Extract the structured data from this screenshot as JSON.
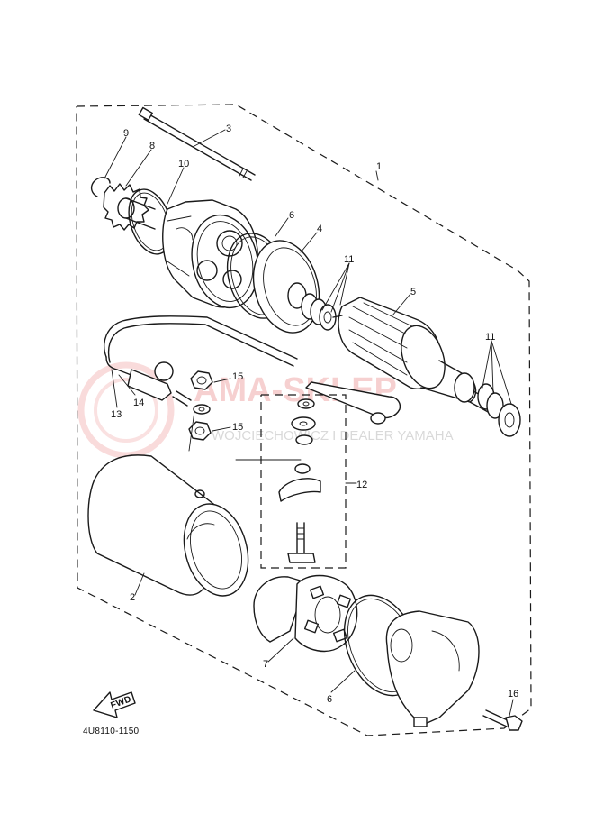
{
  "diagram": {
    "part_code": "4U8110-1150",
    "direction_badge": "FWD",
    "callouts": [
      {
        "id": "c1",
        "label": "1"
      },
      {
        "id": "c2",
        "label": "2"
      },
      {
        "id": "c3",
        "label": "3"
      },
      {
        "id": "c4",
        "label": "4"
      },
      {
        "id": "c5",
        "label": "5"
      },
      {
        "id": "c6a",
        "label": "6"
      },
      {
        "id": "c6b",
        "label": "6"
      },
      {
        "id": "c7",
        "label": "7"
      },
      {
        "id": "c8",
        "label": "8"
      },
      {
        "id": "c9",
        "label": "9"
      },
      {
        "id": "c10",
        "label": "10"
      },
      {
        "id": "c11a",
        "label": "11"
      },
      {
        "id": "c11b",
        "label": "11"
      },
      {
        "id": "c12",
        "label": "12"
      },
      {
        "id": "c13",
        "label": "13"
      },
      {
        "id": "c14",
        "label": "14"
      },
      {
        "id": "c15a",
        "label": "15"
      },
      {
        "id": "c15b",
        "label": "15"
      },
      {
        "id": "c16",
        "label": "16"
      }
    ]
  },
  "watermark": {
    "brand_text": "AMA-SKLEP",
    "dealer_text": "WOJCIECHOWICZ I DEALER YAMAHA",
    "color": "#e25a5a"
  }
}
